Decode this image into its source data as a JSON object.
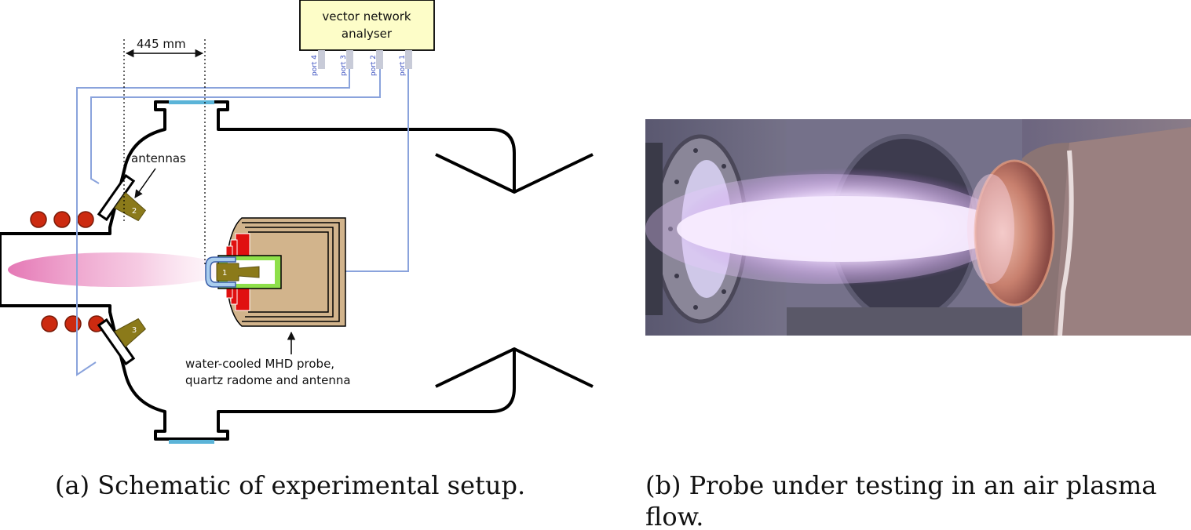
{
  "panel_a": {
    "dimension_label": "445 mm",
    "vna_label_line1": "vector network",
    "vna_label_line2": "analyser",
    "ports": [
      "port 4",
      "port 3",
      "port 2",
      "port 1"
    ],
    "antennas_label": "antennas",
    "antenna_numbers": [
      "1",
      "2",
      "3"
    ],
    "probe_label_line1": "water-cooled MHD probe,",
    "probe_label_line2": "quartz radome and antenna",
    "caption": "(a) Schematic of experimental setup."
  },
  "panel_b": {
    "caption_line1": "(b) Probe under testing in an air plasma",
    "caption_line2": "flow."
  },
  "colors": {
    "cable": "#8aa3dc",
    "probe_body": "#d2b48c",
    "antenna": "#8b7a1a",
    "coil": "#cc2a10",
    "heat_shield": "#e01010",
    "radome_green": "#8ee04a",
    "plasma": "#e88ac0",
    "window": "#5bb4d8"
  }
}
